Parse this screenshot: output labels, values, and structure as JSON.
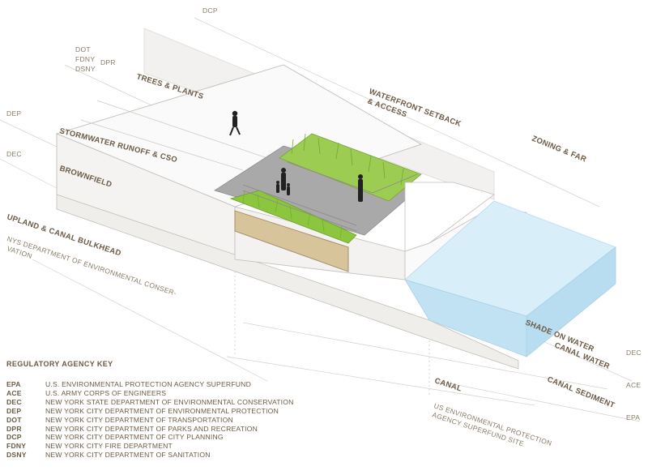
{
  "agencies_top": {
    "dcp": "DCP",
    "dot": "DOT",
    "fdny": "FDNY",
    "dpr": "DPR",
    "dsny": "DSNY",
    "dep": "DEP",
    "dec": "DEC"
  },
  "labels": {
    "trees_plants": "TREES & PLANTS",
    "waterfront_1": "WATERFRONT SETBACK",
    "waterfront_2": "& ACCESS",
    "stormwater": "STORMWATER RUNOFF & CSO",
    "zoning": "ZONING & FAR",
    "brownfield": "BROWNFIELD",
    "upland": "UPLAND & CANAL BULKHEAD",
    "nys_1": "NYS DEPARTMENT OF ENVIRONMENTAL CONSER-",
    "nys_2": "VATION",
    "shade": "SHADE ON WATER",
    "canal_water": "CANAL WATER",
    "canal_sediment": "CANAL SEDIMENT",
    "canal": "CANAL",
    "us_epa_1": "US ENVIRONMENTAL PROTECTION",
    "us_epa_2": "AGENCY SUPERFUND SITE"
  },
  "agencies_right": {
    "dec": "DEC",
    "ace": "ACE",
    "epa": "EPA"
  },
  "key": {
    "title": "REGULATORY AGENCY KEY",
    "rows": [
      {
        "abbr": "EPA",
        "name": "U.S. ENVIRONMENTAL PROTECTION AGENCY SUPERFUND"
      },
      {
        "abbr": "ACE",
        "name": "U.S. ARMY CORPS OF ENGINEERS"
      },
      {
        "abbr": "DEC",
        "name": "NEW YORK STATE DEPARTMENT OF ENVIRONMENTAL CONSERVATION"
      },
      {
        "abbr": "DEP",
        "name": "NEW YORK CITY DEPARTMENT OF ENVIRONMENTAL PROTECTION"
      },
      {
        "abbr": "DOT",
        "name": "NEW YORK CITY DEPARTMENT OF TRANSPORTATION"
      },
      {
        "abbr": "DPR",
        "name": "NEW YORK CITY DEPARTMENT OF PARKS AND RECREATION"
      },
      {
        "abbr": "DCP",
        "name": "NEW YORK CITY DEPARTMENT OF CITY PLANNING"
      },
      {
        "abbr": "FDNY",
        "name": "NEW YORK CITY FIRE DEPARTMENT"
      },
      {
        "abbr": "DSNY",
        "name": "NEW YORK CITY DEPARTMENT OF SANITATION"
      }
    ]
  },
  "colors": {
    "text": "#6b5a45",
    "planter": "#8cc63f",
    "water": "#c9e7f5",
    "soil": "#d8c49a",
    "pavement": "#a9a9a9"
  }
}
